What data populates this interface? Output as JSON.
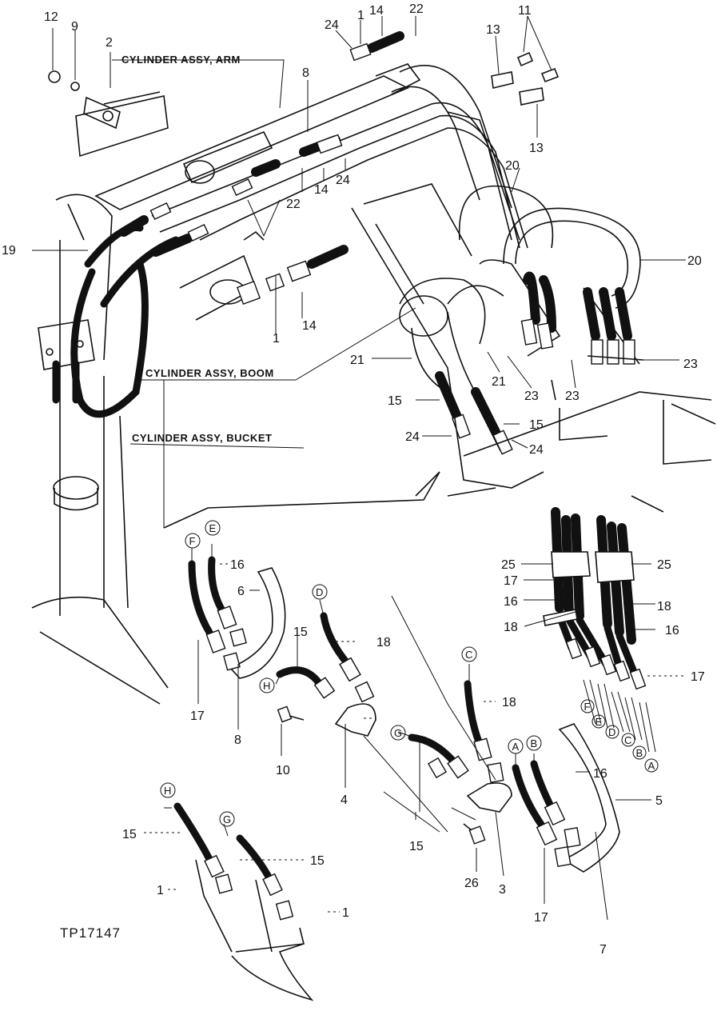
{
  "captions": {
    "arm": "CYLINDER ASSY, ARM",
    "boom": "CYLINDER ASSY, BOOM",
    "bucket": "CYLINDER ASSY, BUCKET"
  },
  "reference_code": "TP17147",
  "callouts": {
    "c12": "12",
    "c9": "9",
    "c2": "2",
    "c24a": "24",
    "c1a": "1",
    "c14a": "14",
    "c22a": "22",
    "c13a": "13",
    "c11": "11",
    "c13b": "13",
    "c8a": "8",
    "c20a": "20",
    "c20b": "20",
    "c14b": "14",
    "c24b": "24",
    "c22b": "22",
    "c19": "19",
    "c1b": "1",
    "c14c": "14",
    "c21a": "21",
    "c21b": "21",
    "c23a": "23",
    "c23b": "23",
    "c23c": "23",
    "c15a": "15",
    "c15b": "15",
    "c24c": "24",
    "c24d": "24",
    "c16a": "16",
    "c6": "6",
    "c15c": "15",
    "c18a": "18",
    "c17a": "17",
    "c8b": "8",
    "c10": "10",
    "c4": "4",
    "c18b": "18",
    "c25a": "25",
    "c25b": "25",
    "c17b": "17",
    "c16b": "16",
    "c18c": "18",
    "c18d": "18",
    "c16c": "16",
    "c17c": "17",
    "c16d": "16",
    "c5": "5",
    "c15d": "15",
    "c26": "26",
    "c3": "3",
    "c17d": "17",
    "c7": "7",
    "c15e": "15",
    "c15f": "15",
    "c1c": "1",
    "c1d": "1"
  },
  "port_letters": {
    "F": "F",
    "E": "E",
    "D": "D",
    "C": "C",
    "B": "B",
    "A": "A",
    "G": "G",
    "H": "H"
  }
}
